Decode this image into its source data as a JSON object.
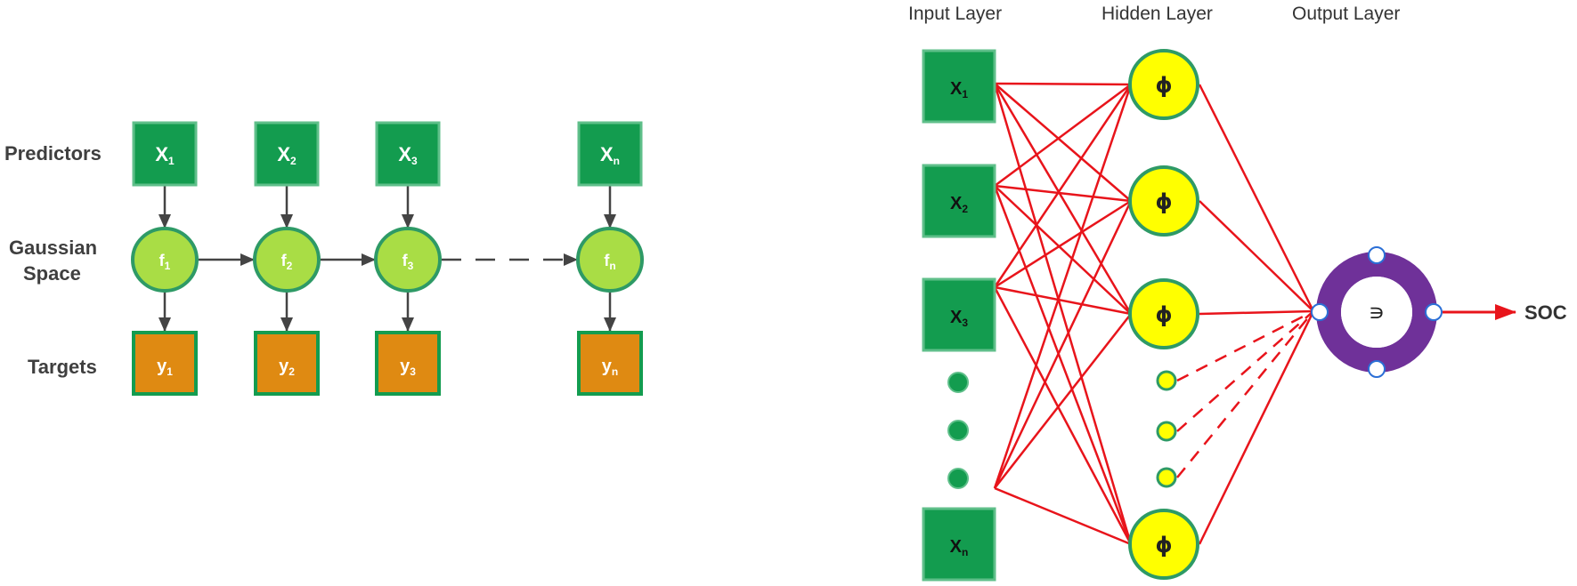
{
  "gp_diagram": {
    "row_labels": {
      "predictors": "Predictors",
      "gaussian_line1": "Gaussian",
      "gaussian_line2": "Space",
      "targets": "Targets"
    },
    "predictors": [
      {
        "base": "X",
        "sub": "1"
      },
      {
        "base": "X",
        "sub": "2"
      },
      {
        "base": "X",
        "sub": "3"
      },
      {
        "base": "X",
        "sub": "n"
      }
    ],
    "latents": [
      {
        "base": "f",
        "sub": "1"
      },
      {
        "base": "f",
        "sub": "2"
      },
      {
        "base": "f",
        "sub": "3"
      },
      {
        "base": "f",
        "sub": "n"
      }
    ],
    "targets": [
      {
        "base": "y",
        "sub": "1"
      },
      {
        "base": "y",
        "sub": "2"
      },
      {
        "base": "y",
        "sub": "3"
      },
      {
        "base": "y",
        "sub": "n"
      }
    ]
  },
  "nn_diagram": {
    "layer_labels": {
      "input": "Input Layer",
      "hidden": "Hidden Layer",
      "output": "Output Layer"
    },
    "inputs": [
      {
        "base": "X",
        "sub": "1"
      },
      {
        "base": "X",
        "sub": "2"
      },
      {
        "base": "X",
        "sub": "3"
      },
      {
        "base": "X",
        "sub": "n"
      }
    ],
    "hidden_symbol": "ϕ",
    "output_symbol": "∍",
    "output_label": "SOC"
  },
  "colors": {
    "green_box": "#139c4f",
    "green_border": "#5fbf8a",
    "light_green_node": "#a9dd45",
    "node_border": "#2e9a66",
    "orange_box": "#df8a12",
    "yellow_node": "#ffff00",
    "connection_red": "#e8141b",
    "output_purple": "#6f3199",
    "arrow_gray": "#444444"
  }
}
